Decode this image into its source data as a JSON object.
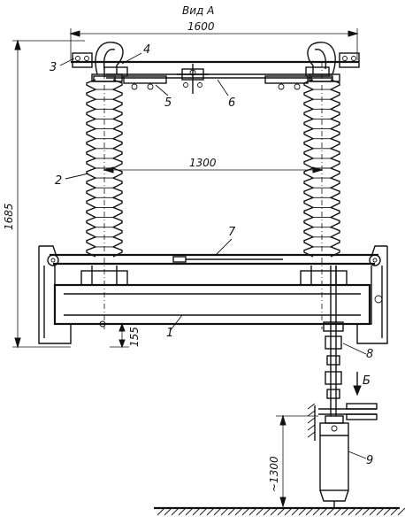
{
  "view_title": "Вид А",
  "dimensions": {
    "top_width": "1600",
    "insulator_spacing": "1300",
    "total_height": "1685",
    "frame_offset": "155",
    "drive_height": "~1300"
  },
  "callouts": [
    "1",
    "2",
    "3",
    "4",
    "5",
    "6",
    "7",
    "8",
    "9"
  ],
  "arrow_label": "Б"
}
